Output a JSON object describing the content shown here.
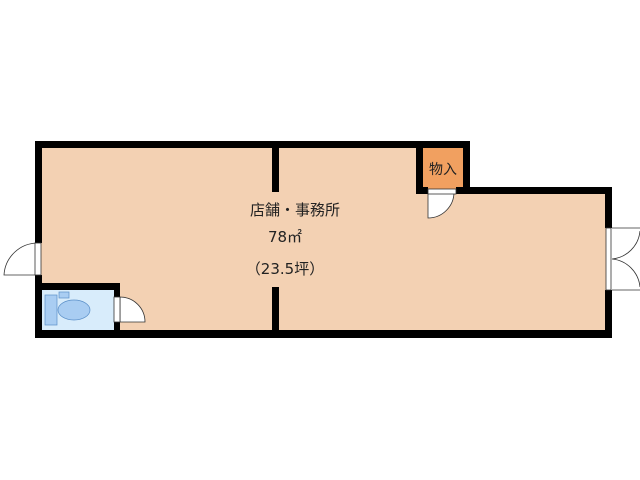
{
  "floorplan": {
    "main_room": {
      "name": "店舗・事務所",
      "area": "78㎡",
      "tsubo": "（23.5坪）"
    },
    "storage": {
      "name": "物入"
    },
    "colors": {
      "room": "#f3d1b3",
      "storage": "#f1a060",
      "toilet": "#d8ecfb",
      "fixture": "#a9cdf2",
      "wall": "#000000"
    }
  }
}
